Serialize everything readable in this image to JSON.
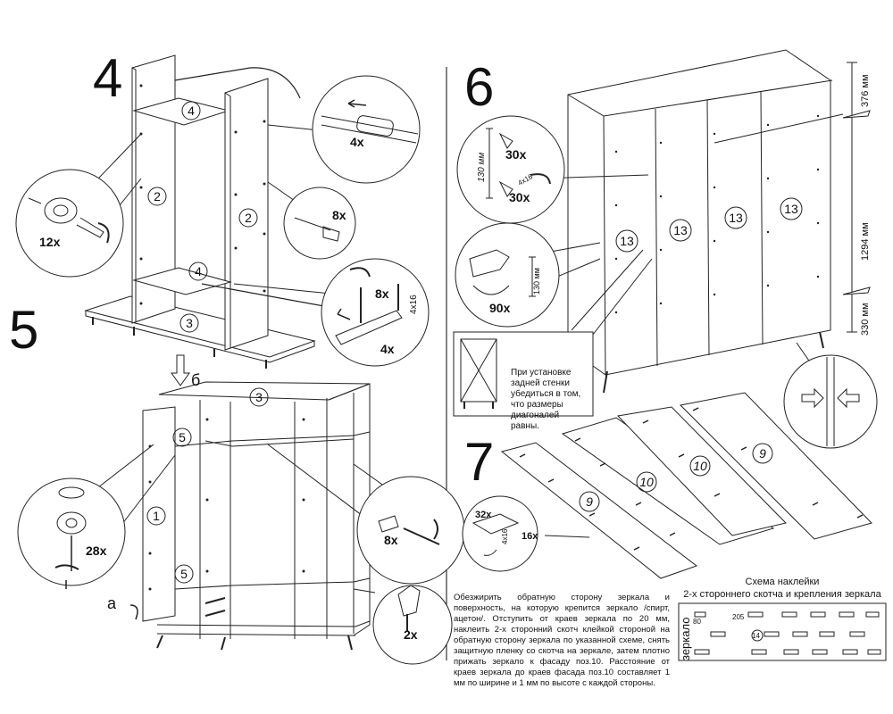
{
  "steps": {
    "s4": "4",
    "s5": "5",
    "s6": "6",
    "s7": "7"
  },
  "step4": {
    "panel_4_top": "4",
    "panel_2_left": "2",
    "panel_2_right": "2",
    "panel_4_lower": "4",
    "panel_3": "3",
    "cam_qty": "12x",
    "dowel_qty": "4x",
    "pin_qty": "8x",
    "screw_qty": "8x",
    "screw_size": "4x16",
    "bracket_qty": "4x"
  },
  "step5": {
    "arrow_b": "б",
    "panel_3": "3",
    "panel_5_top": "5",
    "panel_1": "1",
    "panel_5_bottom": "5",
    "cam_qty": "28x",
    "arrow_a": "a",
    "dowel_qty": "8x",
    "support_qty": "2x"
  },
  "step6": {
    "dim_130": "130 мм",
    "nail_qty_a": "30x",
    "screw_size": "4x16",
    "screw_qty": "30x",
    "dim_130b": "130 мм",
    "nail_qty_b": "90x",
    "door_13a": "13",
    "door_13b": "13",
    "door_13c": "13",
    "door_13d": "13",
    "dim_376": "376 мм",
    "dim_1294": "1294 мм",
    "dim_330": "330 мм",
    "note": "При установке задней стенки убедиться в том, что размеры диагоналей равны."
  },
  "step7": {
    "door_9a": "9",
    "door_10a": "10",
    "door_10b": "10",
    "door_9b": "9",
    "screw_qty_32": "32x",
    "screw_size": "4x16",
    "hinge_qty": "16x",
    "instruction": "Обезжирить обратную сторону зеркала и поверхность, на которую крепится зеркало /спирт, ацетон/. Отступить от краев зеркала по 20 мм, наклеить 2-х сторонний скотч клейкой стороной на обратную сторону зеркала по указанной схеме, снять защитную пленку со скотча на зеркале, затем плотно прижать зеркало к фасаду поз.10. Расстояние от краев зеркала до краев фасада поз.10 составляет 1 мм по ширине и 1 мм по высоте с каждой стороны.",
    "scheme_title_1": "Схема наклейки",
    "scheme_title_2": "2-х стороннего скотча и крепления зеркала",
    "scheme_label": "зеркало",
    "scheme_80": "80",
    "scheme_205": "205",
    "scheme_14": "14"
  }
}
